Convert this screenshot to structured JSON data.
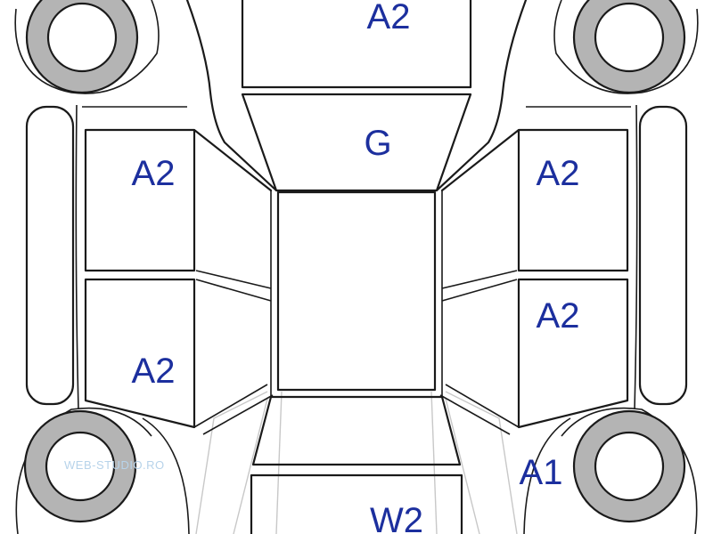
{
  "diagram": {
    "panels": {
      "hood": "A2",
      "windshield": "G",
      "front_left_door": "A2",
      "rear_left_door": "A2",
      "front_right_door": "A2",
      "rear_right_door": "A2",
      "rear_right_quarter": "A1",
      "trunk": "W2"
    },
    "watermark": "WEB-STUDIO.RO",
    "colors": {
      "label": "#1c2f9e",
      "line": "#1a1a1a",
      "tire": "#b4b4b4",
      "watermark": "#b7d3ea"
    }
  }
}
